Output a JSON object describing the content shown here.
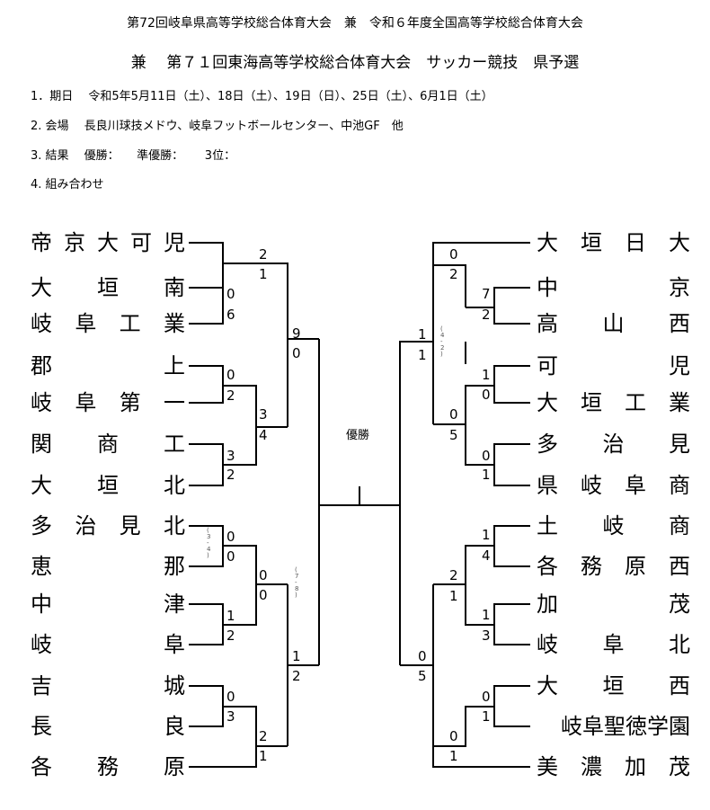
{
  "header": {
    "line1": "第72回岐阜県高等学校総合体育大会　兼　令和６年度全国高等学校総合体育大会",
    "line2": "兼　 第７１回東海高等学校総合体育大会　サッカー競技　県予選"
  },
  "info": [
    "1．期日　 令和5年5月11日（土）、18日（土）、19日（日）、25日（土）、6月1日（土）",
    "2. 会場　 長良川球技メドウ、岐阜フットボールセンター、中池GF　他",
    "3. 結果　 優勝：　　準優勝：　　 3位：",
    "4. 組み合わせ"
  ],
  "center_label": "優勝",
  "left_teams": [
    [
      "帝",
      "京",
      "大",
      "可",
      "児"
    ],
    [
      "大",
      "垣",
      "南"
    ],
    [
      "岐",
      "阜",
      "工",
      "業"
    ],
    [
      "郡",
      "上"
    ],
    [
      "岐",
      "阜",
      "第",
      "一"
    ],
    [
      "関",
      "商",
      "工"
    ],
    [
      "大",
      "垣",
      "北"
    ],
    [
      "多",
      "治",
      "見",
      "北"
    ],
    [
      "恵",
      "那"
    ],
    [
      "中",
      "津"
    ],
    [
      "岐",
      "阜"
    ],
    [
      "吉",
      "城"
    ],
    [
      "長",
      "良"
    ],
    [
      "各",
      "務",
      "原"
    ]
  ],
  "right_teams": [
    [
      "大",
      "垣",
      "日",
      "大"
    ],
    [
      "中",
      "京"
    ],
    [
      "高",
      "山",
      "西"
    ],
    [
      "可",
      "児"
    ],
    [
      "大",
      "垣",
      "工",
      "業"
    ],
    [
      "多",
      "治",
      "見"
    ],
    [
      "県",
      "岐",
      "阜",
      "商"
    ],
    [
      "土",
      "岐",
      "商"
    ],
    [
      "各",
      "務",
      "原",
      "西"
    ],
    [
      "加",
      "茂"
    ],
    [
      "岐",
      "阜",
      "北"
    ],
    [
      "大",
      "垣",
      "西"
    ],
    [
      "岐阜聖徳学園"
    ],
    [
      "美",
      "濃",
      "加",
      "茂"
    ]
  ],
  "scores": {
    "L_r1_2": [
      "0",
      "6"
    ],
    "L_r1_4": [
      "0",
      "2"
    ],
    "L_r1_6": [
      "3",
      "2"
    ],
    "L_r1_8": [
      "0",
      "0"
    ],
    "L_r1_8_pk": [
      "3",
      "4"
    ],
    "L_r1_10": [
      "1",
      "2"
    ],
    "L_r1_12": [
      "0",
      "3"
    ],
    "L_r2_top": [
      "2",
      "1"
    ],
    "L_r2_b": [
      "3",
      "4"
    ],
    "L_r2_c": [
      "0",
      "0"
    ],
    "L_r2_d": [
      "2",
      "1"
    ],
    "L_r3_top": [
      "9",
      "0"
    ],
    "L_r3_bot": [
      "1",
      "2"
    ],
    "L_r3_bot_pk": [
      "7",
      "8"
    ],
    "R_r1_2": [
      "7",
      "2"
    ],
    "R_r1_4": [
      "1",
      "0"
    ],
    "R_r1_6": [
      "0",
      "1"
    ],
    "R_r1_8": [
      "1",
      "4"
    ],
    "R_r1_10": [
      "1",
      "3"
    ],
    "R_r1_12": [
      "0",
      "1"
    ],
    "R_r2_top": [
      "0",
      "2"
    ],
    "R_r2_b": [
      "0",
      "5"
    ],
    "R_r2_c": [
      "2",
      "1"
    ],
    "R_r2_d": [
      "0",
      "1"
    ],
    "R_r3_top": [
      "1",
      "1"
    ],
    "R_r3_top_pk": [
      "4",
      "2"
    ],
    "R_r3_bot": [
      "0",
      "5"
    ]
  }
}
